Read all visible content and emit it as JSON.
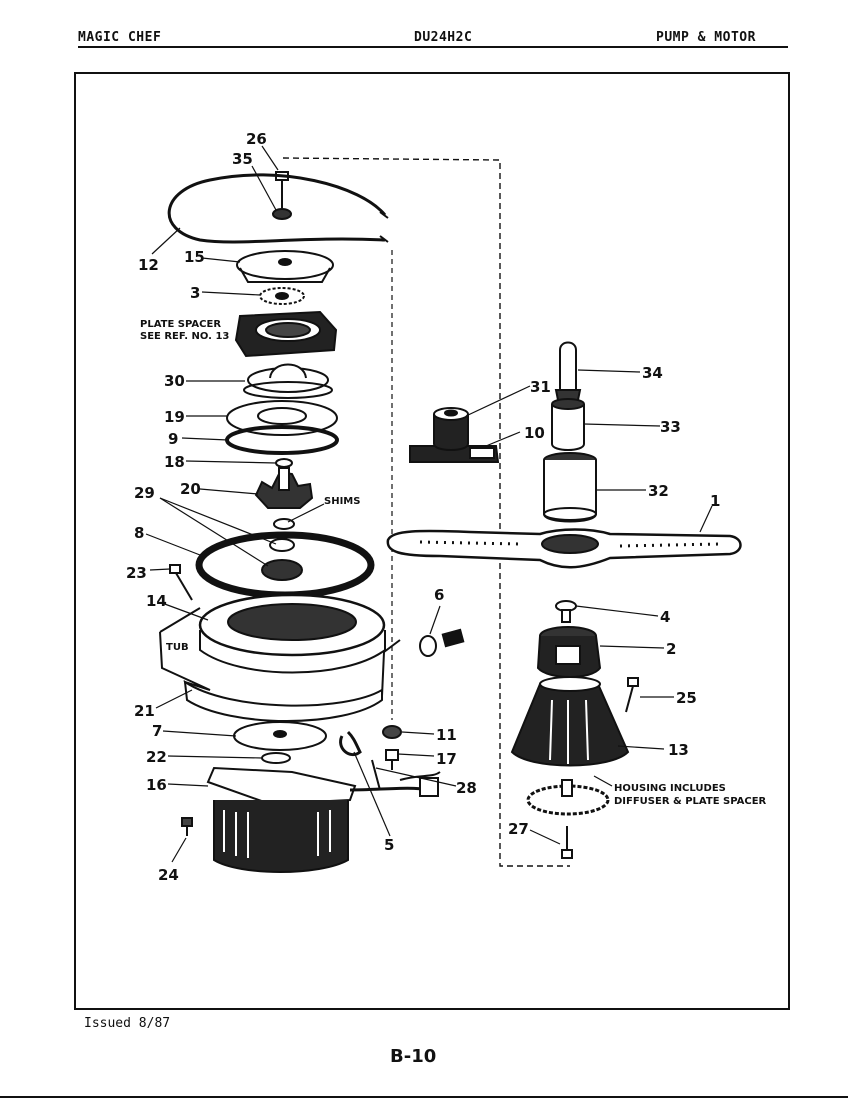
{
  "header": {
    "brand": "MAGIC CHEF",
    "model": "DU24H2C",
    "section": "PUMP & MOTOR"
  },
  "footer": {
    "issued": "Issued 8/87",
    "page": "B-10"
  },
  "callouts": {
    "c1": "1",
    "c2": "2",
    "c3": "3",
    "c4": "4",
    "c5": "5",
    "c6": "6",
    "c7": "7",
    "c8": "8",
    "c9": "9",
    "c10": "10",
    "c11": "11",
    "c12": "12",
    "c13": "13",
    "c14": "14",
    "c15": "15",
    "c16": "16",
    "c17": "17",
    "c18": "18",
    "c19": "19",
    "c20": "20",
    "c21": "21",
    "c22": "22",
    "c23": "23",
    "c24": "24",
    "c25": "25",
    "c26": "26",
    "c27": "27",
    "c28": "28",
    "c29": "29",
    "c30": "30",
    "c31": "31",
    "c32": "32",
    "c33": "33",
    "c34": "34",
    "c35": "35"
  },
  "notes": {
    "plate_spacer_1": "PLATE SPACER",
    "plate_spacer_2": "SEE REF. NO. 13",
    "shims": "SHIMS",
    "tub": "TUB",
    "housing_1": "HOUSING INCLUDES",
    "housing_2": "DIFFUSER & PLATE SPACER"
  }
}
